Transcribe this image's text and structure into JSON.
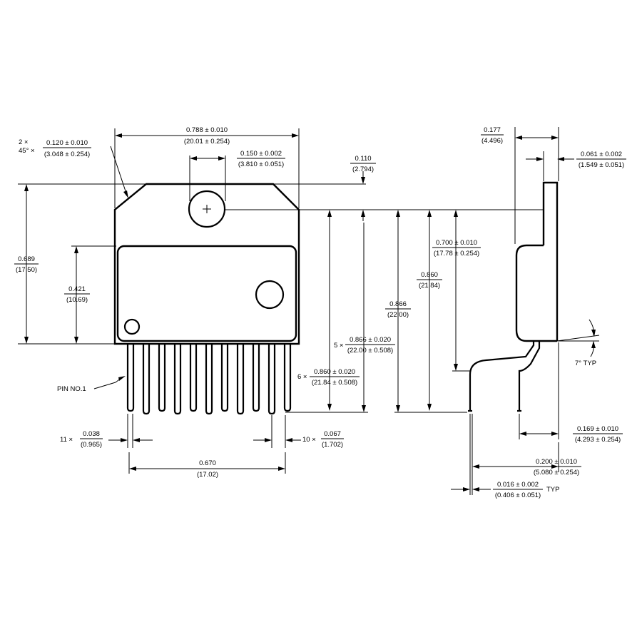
{
  "dimensions": {
    "chamfer": {
      "count": "2 ×",
      "angle": "45° ×",
      "inch": "0.120 ± 0.010",
      "mm": "(3.048 ± 0.254)"
    },
    "body_width": {
      "inch": "0.788 ± 0.010",
      "mm": "(20.01 ± 0.254)"
    },
    "hole_offset": {
      "inch": "0.150 ± 0.002",
      "mm": "(3.810 ± 0.051)"
    },
    "tab_hole_offset": {
      "inch": "0.110",
      "mm": "(2.794)"
    },
    "tab_height": {
      "inch": "0.689",
      "mm": "(17.50)"
    },
    "mold_height": {
      "inch": "0.421",
      "mm": "(10.69)"
    },
    "hole_to_tip_5": {
      "count": "5 ×",
      "inch": "0.866 ± 0.020",
      "mm": "(22.00 ± 0.508)"
    },
    "hole_to_tip_6": {
      "count": "6 ×",
      "inch": "0.860 ± 0.020",
      "mm": "(21.84 ± 0.508)"
    },
    "pin_width": {
      "count": "11 ×",
      "inch": "0.038",
      "mm": "(0.965)"
    },
    "pin_pitch": {
      "count": "10 ×",
      "inch": "0.067",
      "mm": "(1.702)"
    },
    "pin_span": {
      "inch": "0.670",
      "mm": "(17.02)"
    },
    "side_866": {
      "inch": "0.866",
      "mm": "(22.00)"
    },
    "side_860": {
      "inch": "0.860",
      "mm": "(21.84)"
    },
    "side_700": {
      "inch": "0.700 ± 0.010",
      "mm": "(17.78 ± 0.254)"
    },
    "side_depth": {
      "inch": "0.177",
      "mm": "(4.496)"
    },
    "tab_thickness": {
      "inch": "0.061 ± 0.002",
      "mm": "(1.549 ± 0.051)"
    },
    "lead_offset_169": {
      "inch": "0.169 ± 0.010",
      "mm": "(4.293 ± 0.254)"
    },
    "lead_offset_200": {
      "inch": "0.200 ± 0.010",
      "mm": "(5.080 ± 0.254)"
    },
    "lead_thickness": {
      "inch": "0.016 ± 0.002",
      "mm": "(0.406 ± 0.051)",
      "suffix": "TYP"
    },
    "draft_angle": "7° TYP"
  },
  "labels": {
    "pin1": "PIN NO.1"
  }
}
